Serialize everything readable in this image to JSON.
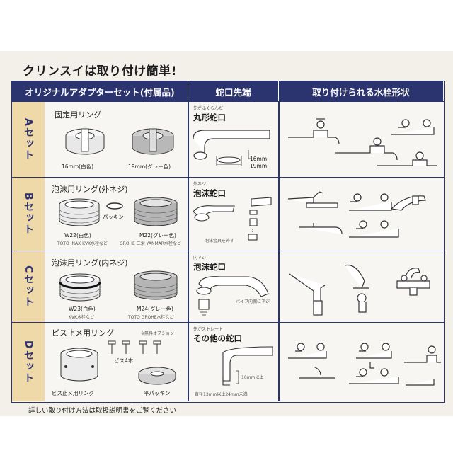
{
  "title": "クリンスイは取り付け簡単!",
  "headers": {
    "adapter": "オリジナルアダプターセット(付属品)",
    "tip": "蛇口先端",
    "faucet": "取り付けられる水栓形状"
  },
  "sets": {
    "a": {
      "label": "Aセット",
      "ring": "固定用リング",
      "size1": "16mm(白色)",
      "size2": "19mm(グレー色)",
      "tip_note": "先がふくらんだ",
      "tip_name": "丸形蛇口",
      "dim1": "16mm",
      "dim2": "19mm"
    },
    "b": {
      "label": "Bセット",
      "ring": "泡沫用リング(外ネジ)",
      "packing": "パッキン",
      "w22": "W22(白色)",
      "w22_brands": "TOTO INAX KVK水栓など",
      "m22": "M22(グレー色)",
      "m22_brands": "GROHE 三栄 YANMAR水栓など",
      "tip_note": "外ネジ",
      "tip_name": "泡沫蛇口",
      "tip_remove": "泡沫金具を外す"
    },
    "c": {
      "label": "Cセット",
      "ring": "泡沫用リング(内ネジ)",
      "w23": "W23(白色)",
      "w23_brands": "KVK水栓など",
      "m24": "M24(グレー色)",
      "m24_brands": "TOTO GROHE水栓など",
      "tip_note": "内ネジ",
      "tip_name": "泡沫蛇口",
      "tip_pipe": "パイプ内側にネジ"
    },
    "d": {
      "label": "Dセット",
      "ring": "ビス止メ用リング",
      "option": "※無料オプション",
      "screws": "ビス4本",
      "ring2": "ビス止メ用リング",
      "flat": "平パッキン",
      "tip_note": "先がストレート",
      "tip_name": "その他の蛇口",
      "tip_len": "10mm以上",
      "tip_dia": "直径13mm以上24mm未満"
    }
  },
  "footer": "詳しい取り付け方法は取扱説明書をご覧ください"
}
